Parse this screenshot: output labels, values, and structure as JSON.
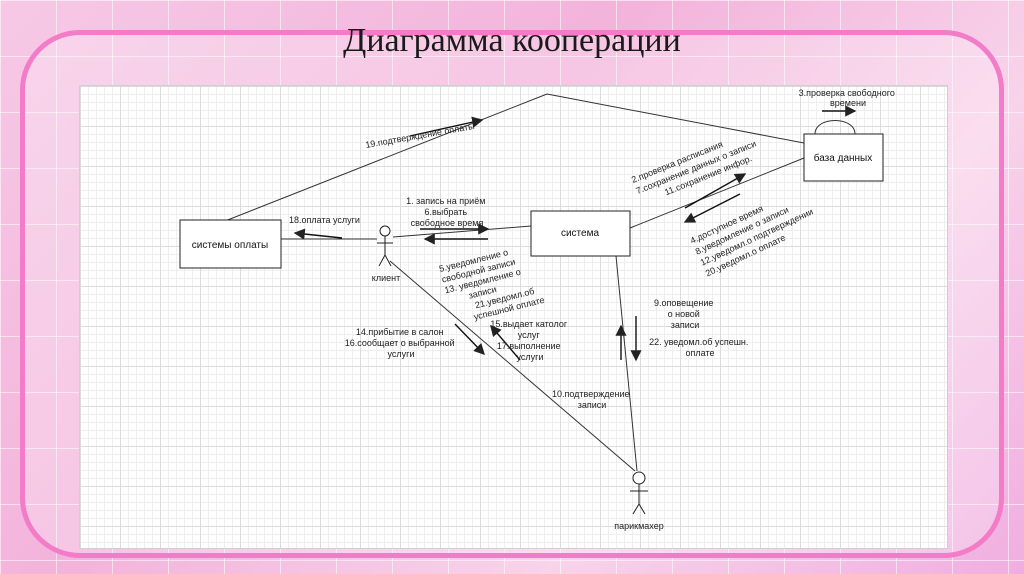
{
  "slide": {
    "title": "Диаграмма кооперации"
  },
  "objects": {
    "payment": "системы оплаты",
    "system": "система",
    "database": "база данных",
    "client": "клиент",
    "barber": "парикмахер"
  },
  "messages": {
    "m19": "19.подтверждение оплаты",
    "m3": [
      "3.проверка свободного",
      "времени"
    ],
    "m18": "18.оплата услуги",
    "m1_6": [
      "1. запись  на приём",
      "6.выбрать",
      "свободное  время"
    ],
    "m2_7_11": [
      "2.проверка расписания",
      "7.сохранение данных о записи",
      "11.сохранение инфор."
    ],
    "m4_8_12_20": [
      "4.доступное время",
      "8.уведомление о записи",
      "12.уведомл.о подтверждении",
      "20.уведомл.о оплате"
    ],
    "m5_13_21": [
      "5.уведомление о",
      "свободной записи",
      "13. уведомление о",
      "записи",
      "21.уведомл.об",
      "успешной оплате"
    ],
    "m9": [
      "9.оповещение",
      "о новой",
      "записи"
    ],
    "m22": [
      "22. уведомл.об успешн.",
      "оплате"
    ],
    "m14_16": [
      "14.прибытие в салон",
      "16.сообщает о выбранной",
      "услуги"
    ],
    "m15_17": [
      "15.выдает католог",
      "услуг",
      "17.выполнение",
      "услуги"
    ],
    "m10": [
      "10.подтверждение",
      "записи"
    ]
  },
  "colors": {
    "frame": "#f27cc8",
    "line": "#333333"
  }
}
